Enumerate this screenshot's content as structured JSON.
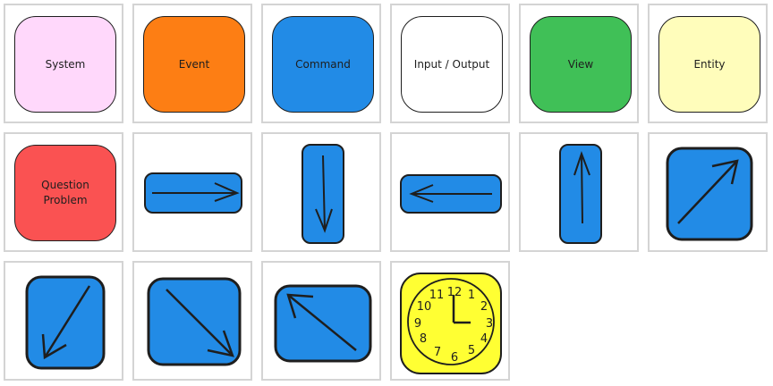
{
  "cards": [
    {
      "id": "system",
      "label": "System",
      "color": "#ffd8fb"
    },
    {
      "id": "event",
      "label": "Event",
      "color": "#fd7e14"
    },
    {
      "id": "command",
      "label": "Command",
      "color": "#228be6"
    },
    {
      "id": "input-output",
      "label": "Input / Output",
      "color": "#ffffff"
    },
    {
      "id": "view",
      "label": "View",
      "color": "#40c057"
    },
    {
      "id": "entity",
      "label": "Entity",
      "color": "#fffdbb"
    },
    {
      "id": "question-problem",
      "label_lines": [
        "Question",
        "Problem"
      ],
      "color": "#fa5252"
    }
  ],
  "arrows": [
    {
      "id": "arrow-right",
      "direction": "right",
      "color": "#228be6"
    },
    {
      "id": "arrow-down",
      "direction": "down",
      "color": "#228be6"
    },
    {
      "id": "arrow-left",
      "direction": "left",
      "color": "#228be6"
    },
    {
      "id": "arrow-up",
      "direction": "up",
      "color": "#228be6"
    },
    {
      "id": "arrow-up-right",
      "direction": "up-right",
      "color": "#228be6"
    },
    {
      "id": "arrow-down-left",
      "direction": "down-left",
      "color": "#228be6"
    },
    {
      "id": "arrow-down-right",
      "direction": "down-right",
      "color": "#228be6"
    },
    {
      "id": "arrow-up-left",
      "direction": "up-left",
      "color": "#228be6"
    }
  ],
  "clock": {
    "color": "#ffff33",
    "numbers": [
      "12",
      "1",
      "2",
      "3",
      "4",
      "5",
      "6",
      "7",
      "8",
      "9",
      "10",
      "11"
    ],
    "time_shown": "3:00"
  },
  "colors": {
    "stroke": "#1e1e1e",
    "cell_border": "#d4d4d4"
  }
}
